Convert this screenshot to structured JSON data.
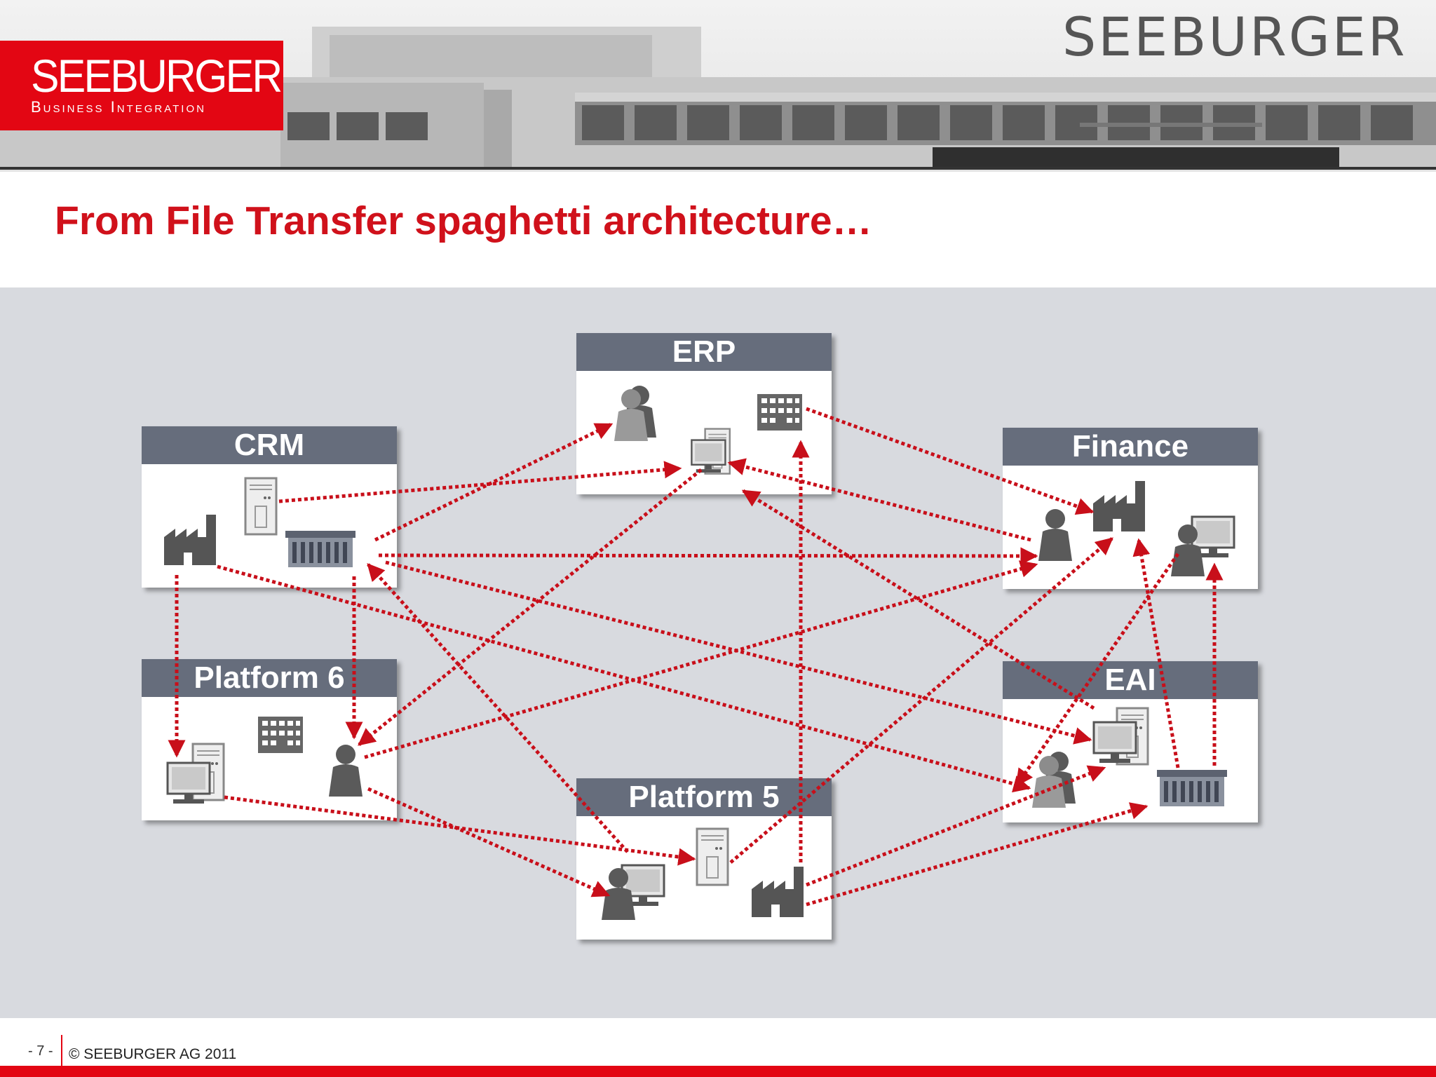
{
  "header": {
    "logo_text": "SEEBURGER",
    "logo_subtitle": "Business Integration",
    "building_sign": "SEEBURGER"
  },
  "title": "From File Transfer spaghetti architecture…",
  "nodes": {
    "erp": "ERP",
    "crm": "CRM",
    "finance": "Finance",
    "platform6": "Platform 6",
    "eai": "EAI",
    "platform5": "Platform 5"
  },
  "icons": [
    "users-icon",
    "computer-icon",
    "building-icon",
    "server-icon",
    "factory-icon",
    "office-icon",
    "person-icon",
    "person-at-computer-icon"
  ],
  "colors": {
    "brand_red": "#e30613",
    "title_red": "#d0111b",
    "node_header": "#666d7c",
    "connection": "#c80f1a",
    "background": "#d8dadf"
  },
  "footer": {
    "page_number": "- 7 -",
    "copyright": "© SEEBURGER AG 2011"
  }
}
